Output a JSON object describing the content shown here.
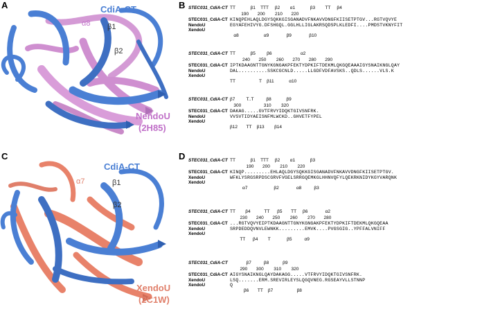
{
  "panels": {
    "A": {
      "letter": "A",
      "label_top": "CdiA-CT",
      "label_bottom_1": "NendoU",
      "label_bottom_2": "(2H85)",
      "a8": "α8",
      "b1": "β1",
      "b2": "β2"
    },
    "B": {
      "letter": "B"
    },
    "C": {
      "letter": "C",
      "label_top": "CdiA-CT",
      "label_bottom_1": "XendoU",
      "label_bottom_2": "(2C1W)",
      "a7": "α7",
      "b1": "β1",
      "b2": "β2"
    },
    "D": {
      "letter": "D"
    }
  },
  "colors": {
    "cdia": "#4a7fd4",
    "nendou": "#cf8fd0",
    "xendou": "#e8826a",
    "identical": "#c8141e",
    "box": "#6a6ab0",
    "star": "#2a8a3a"
  },
  "B_blocks": [
    {
      "top_name": "STEC031_CdiA-CT",
      "top_ss": "TT            β1    TTT     β2        α1            β3        TT     β4",
      "top_num": "         190       200        210       220",
      "rows": [
        {
          "name": "STEC031_CdiA-CT",
          "seq": "KINQPEHLAQLDGYSQKKGISGANADVFNKAVVDNGFKIISETPTGV...RGTVQVYE"
        },
        {
          "name": "NendoU",
          "seq": "EGYAFEHIVYG.DFSHGQL.GGLHLLIGLAKRSQDSPLKLEDFI....PMDSTVKNYFIT"
        },
        {
          "name": "XendoU",
          "seq": ""
        }
      ],
      "bot_ss": "   α8                    α9              β9              β10"
    },
    {
      "top_name": "STEC031_CdiA-CT",
      "top_ss": "TT            β5         β6                       α2",
      "top_num": "          240       250        260       270       280       290",
      "rows": [
        {
          "name": "STEC031_CdiA-CT",
          "seq": "IPTKDAAGNTTGNYKGNGAKPFEKTYDPKIFTDEKMLQKGQEAAAIGYSNAIKNGLQAY"
        },
        {
          "name": "NendoU",
          "seq": "DAL..........SSKCGCNLD.....LLGDFVDFAVSKS..QDLS......VLS.K"
        },
        {
          "name": "XendoU",
          "seq": ""
        }
      ],
      "bot_ss": "TT                   T    β11            α10"
    },
    {
      "top_name": "STEC031_CdiA-CT",
      "top_ss": "β7         T..T          β8            β9",
      "top_num": "   300                  310        320",
      "rows": [
        {
          "name": "STEC031_CdiA-CT",
          "seq": "DAKAG.....GVTFRVYIDQKTGIVSNFRK."
        },
        {
          "name": "NendoU",
          "seq": "VVSVTIDYAEISNFMLWCKD..GHVETFYPEL"
        },
        {
          "name": "XendoU",
          "seq": ""
        }
      ],
      "bot_ss": "β12       TT    β13        β14"
    }
  ],
  "D_blocks": [
    {
      "top_name": "STEC031_CdiA-CT",
      "top_ss": "TT            β1    TTT     β2        α1            β3",
      "top_num": "             190       200        210        220",
      "rows": [
        {
          "name": "STEC031_CdiA-CT",
          "seq": "KINQP.........EHLAQLDGYSQKKGISGANADVFNKAVVDNGFKIISETPTGV."
        },
        {
          "name": "XendoU",
          "seq": "WFKLYSRGSRPDSCGRVFVGELSRRGQEMKGLHHNVQFYLQEKRKNIDYKGYVARQNK"
        },
        {
          "name": "XendoU",
          "seq": ""
        }
      ],
      "bot_ss": "          α7                     β2              α8          β3"
    },
    {
      "top_name": "STEC031_CdiA-CT",
      "top_ss": "TT        β4           TT      β5       TT     β6              α2",
      "top_num": "        230       240       250        260        270       280",
      "rows": [
        {
          "name": "STEC031_CdiA-CT",
          "seq": "...RGTVQVYEIPTKDAAGNTTGNYKGNGAKPFEKTYDPKIFTDEKMLQKGQEAA"
        },
        {
          "name": "XendoU",
          "seq": "SRPDEDDQVNVLEWNKK.........EMVK....PVGSGIG..YPFFALVNIFF"
        },
        {
          "name": "XendoU",
          "seq": ""
        }
      ],
      "bot_ss": "        TT      β4        T             β5          α9"
    },
    {
      "top_name": "STEC031_CdiA-CT",
      "top_ss": "             β7          β8           β9",
      "top_num": "        290       300        310        320",
      "rows": [
        {
          "name": "STEC031_CdiA-CT",
          "seq": "AIGYSNAIKNGLQAYDAKAGG.....VTFRVYIDQKTGIVSNFRK."
        },
        {
          "name": "XendoU",
          "seq": "LSQ.......ERM.SREVIRLEYSLQGQVNEG.RGSEAYVLLSTNNP"
        },
        {
          "name": "XendoU",
          "seq": "Q"
        }
      ],
      "bot_ss": "           β6       TT    β7                   β8"
    }
  ]
}
